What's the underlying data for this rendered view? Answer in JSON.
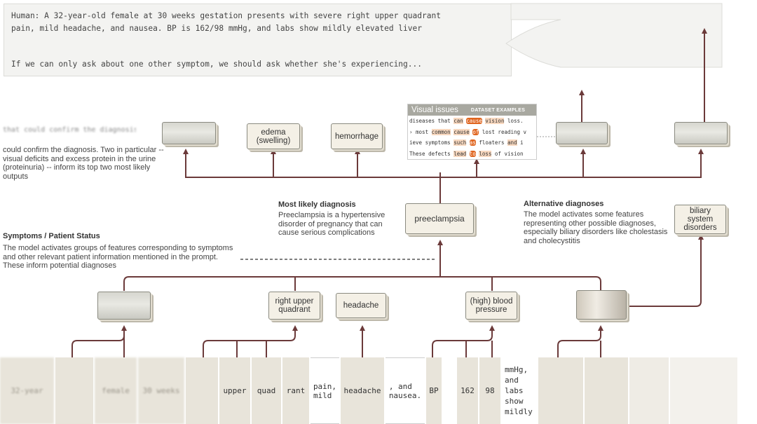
{
  "prompt": {
    "line1": "Human: A 32-year-old female at 30 weeks gestation presents with severe right upper quadrant",
    "line2": "pain, mild headache, and nausea. BP is 162/98 mmHg, and labs show mildly elevated liver",
    "line3": "If we can only ask about one other symptom, we should ask whether she's experiencing..."
  },
  "sections": {
    "confirm_desc": "could confirm the diagnosis. Two in particular -- visual deficits and excess protein in the urine (proteinuria) -- inform its top two most likely outputs",
    "confirm_blur": "that could confirm the diagnosis",
    "most_likely_heading": "Most likely diagnosis",
    "most_likely_desc": "Preeclampsia is a hypertensive disorder of pregnancy that can cause serious complications",
    "alt_heading": "Alternative diagnoses",
    "alt_desc": "The model activates some features representing other possible diagnoses, especially biliary disorders like cholestasis and cholecystitis",
    "symptoms_heading": "Symptoms / Patient Status",
    "symptoms_desc": "The model activates groups of features corresponding to symptoms and other relevant patient information mentioned in the prompt. These inform potential diagnoses"
  },
  "nodes": {
    "edema": "edema (swelling)",
    "hemorrhage": "hemorrhage",
    "preeclampsia": "preeclampsia",
    "biliary": "biliary system disorders",
    "ruq": "right upper quadrant",
    "headache": "headache",
    "bp": "(high) blood pressure"
  },
  "visual_card": {
    "title": "Visual issues",
    "subtitle": "DATASET EXAMPLES",
    "rows": [
      [
        [
          "diseases that ",
          ""
        ],
        [
          "can",
          "hl1"
        ],
        [
          " ",
          ""
        ],
        [
          "cause",
          "hl3"
        ],
        [
          " ",
          ""
        ],
        [
          "vision",
          "hl1"
        ],
        [
          " loss.",
          ""
        ]
      ],
      [
        [
          "› most ",
          ""
        ],
        [
          "common",
          "hl1"
        ],
        [
          " ",
          ""
        ],
        [
          "cause",
          "hl1"
        ],
        [
          " ",
          ""
        ],
        [
          "of",
          "hl3"
        ],
        [
          " lost reading v",
          ""
        ]
      ],
      [
        [
          "ieve symptoms ",
          ""
        ],
        [
          "such",
          "hl1"
        ],
        [
          " ",
          ""
        ],
        [
          "as",
          "hl3"
        ],
        [
          " floaters ",
          ""
        ],
        [
          "and",
          "hl1"
        ],
        [
          " i",
          ""
        ]
      ],
      [
        [
          "These defects ",
          ""
        ],
        [
          "lead",
          "hl1"
        ],
        [
          " ",
          ""
        ],
        [
          "to",
          "hl3"
        ],
        [
          " ",
          ""
        ],
        [
          "loss",
          "hl1"
        ],
        [
          " of vision",
          ""
        ]
      ]
    ]
  },
  "tokens": {
    "upper": "upper",
    "quad": "quad",
    "rant": "rant",
    "pain_mild": "pain,\nmild",
    "headache": "headache",
    "and_nausea": ", and\nnausea.",
    "bp": "BP",
    "t162": "162",
    "t98": "98",
    "mmhg": "mmHg,\nand\nlabs\nshow\nmildly",
    "blur1": "32-year",
    "blur2": "female",
    "blur3": "30 weeks"
  },
  "colors": {
    "link": "#6b3a3a",
    "node_bg": "#f4f0e6",
    "token_bg": "#e8e4da",
    "highlight": "#e0651f"
  }
}
